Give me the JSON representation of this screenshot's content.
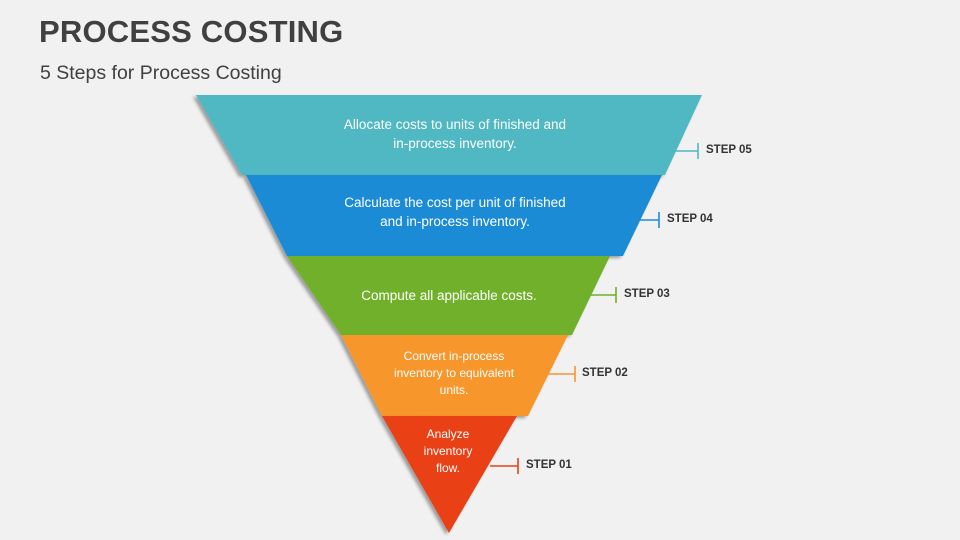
{
  "header": {
    "title": "PROCESS COSTING",
    "subtitle": "5 Steps for Process Costing"
  },
  "steps": [
    {
      "label": "STEP 05",
      "text_lines": [
        "Allocate costs to units of finished and",
        "in-process inventory."
      ],
      "color": "#4fb8c2"
    },
    {
      "label": "STEP 04",
      "text_lines": [
        "Calculate the cost per unit of finished",
        "and in-process inventory."
      ],
      "color": "#1c8bd6"
    },
    {
      "label": "STEP 03",
      "text_lines": [
        "Compute all applicable costs."
      ],
      "color": "#6fb02a"
    },
    {
      "label": "STEP 02",
      "text_lines": [
        "Convert in-process",
        "inventory to equivalent",
        "units."
      ],
      "color": "#f7962c"
    },
    {
      "label": "STEP 01",
      "text_lines": [
        "Analyze",
        "inventory",
        "flow."
      ],
      "color": "#e93f18"
    }
  ]
}
